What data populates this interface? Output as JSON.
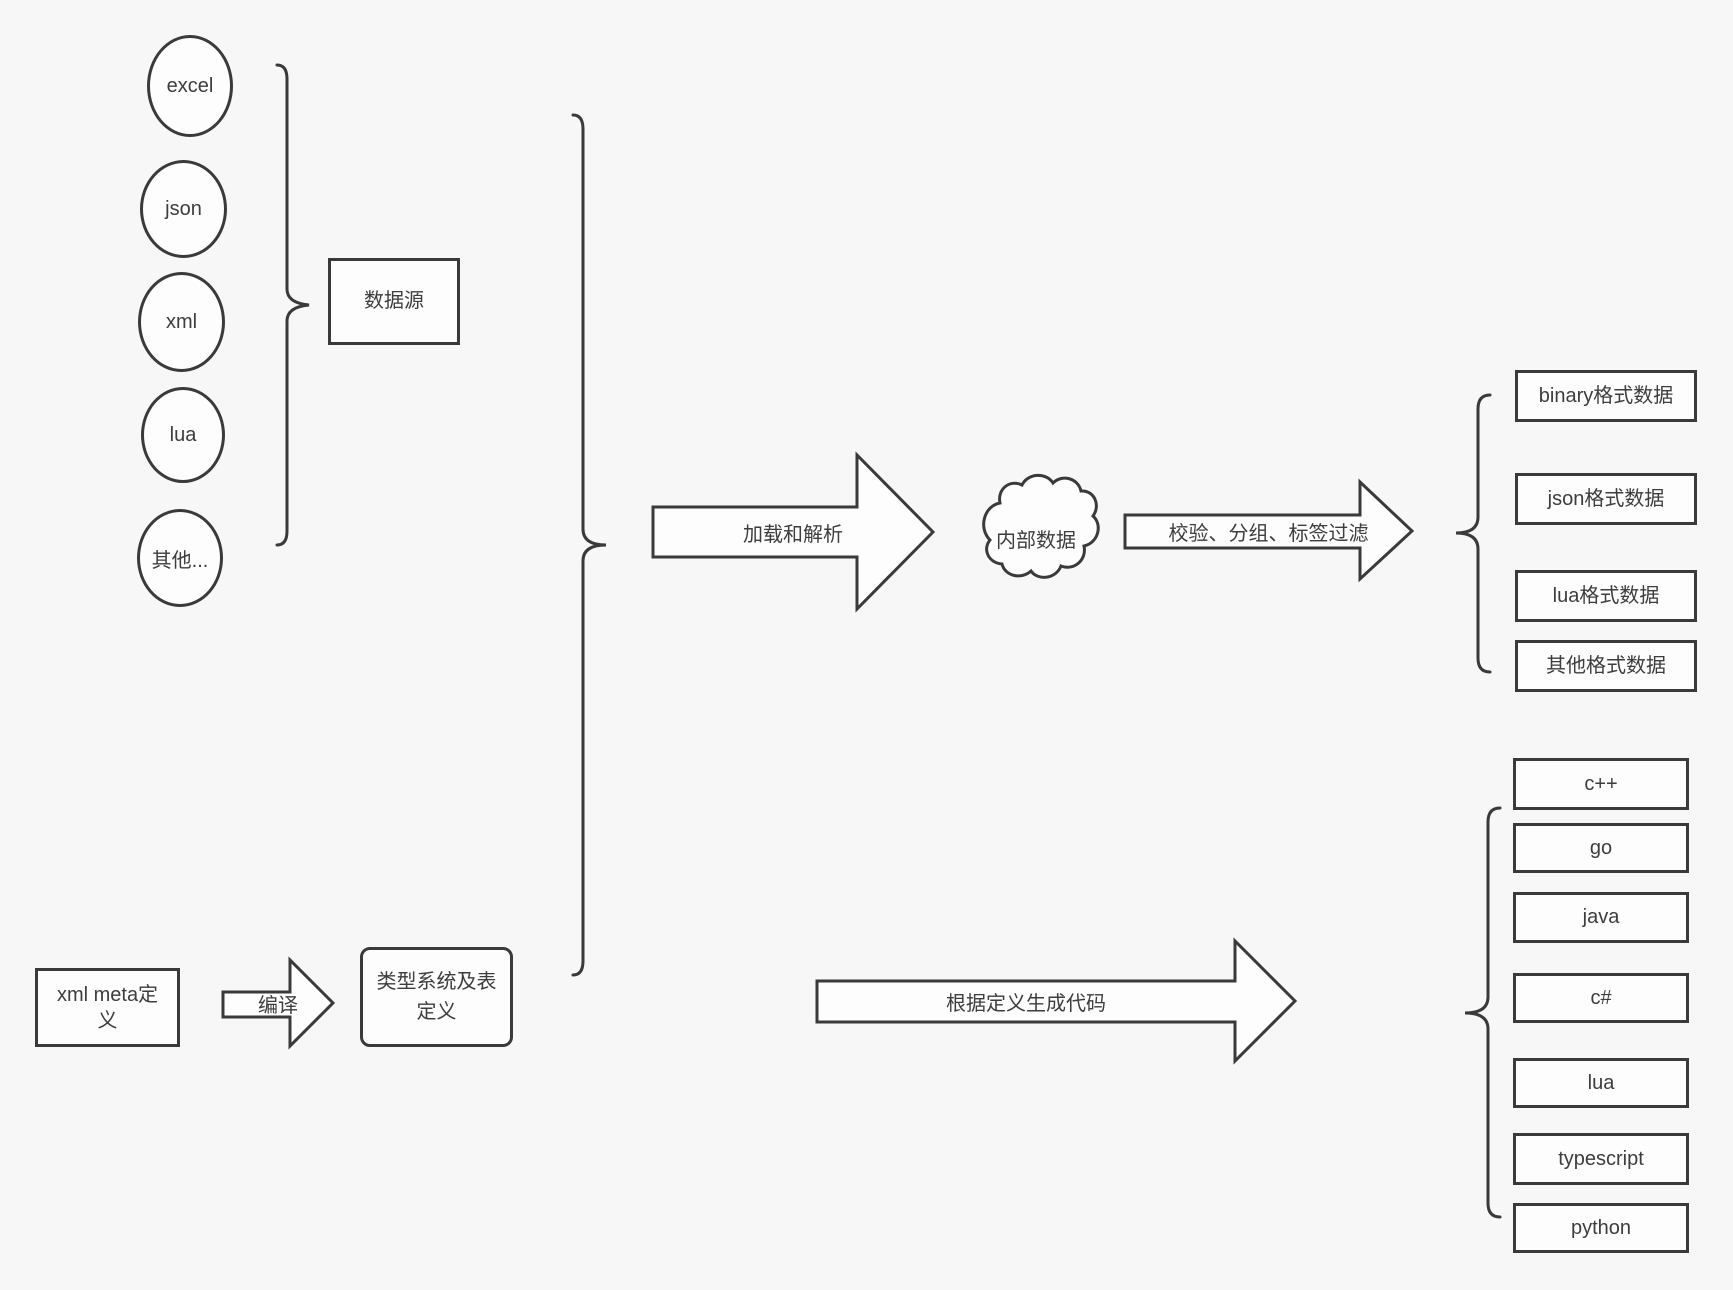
{
  "diagram": {
    "sources": {
      "items": [
        "excel",
        "json",
        "xml",
        "lua",
        "其他..."
      ],
      "group": "数据源"
    },
    "meta": {
      "xml_meta": "xml meta定义",
      "compile_arrow": "编译",
      "type_system": "类型系统及表定义"
    },
    "pipeline": {
      "load_arrow": "加载和解析",
      "internal_data": "内部数据",
      "filter_arrow": "校验、分组、标签过滤",
      "generate_arrow": "根据定义生成代码"
    },
    "outputs": {
      "formats": [
        "binary格式数据",
        "json格式数据",
        "lua格式数据",
        "其他格式数据"
      ],
      "languages": [
        "c++",
        "go",
        "java",
        "c#",
        "lua",
        "typescript",
        "python"
      ]
    },
    "colors": {
      "background": "#f7f7f7",
      "stroke": "#3a3a3a",
      "text": "#3d3d3d",
      "shape_fill": "#fdfdfd"
    }
  }
}
